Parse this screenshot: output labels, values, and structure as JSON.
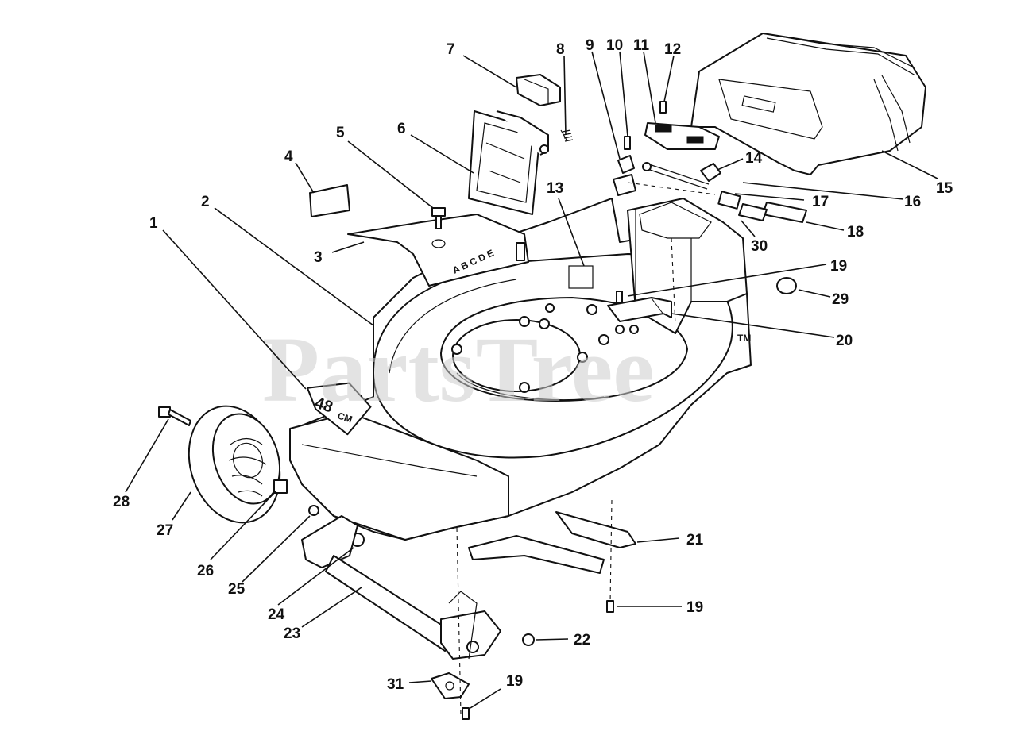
{
  "watermark": "PartsTree",
  "trademark": "TM",
  "deck_size_label": "48",
  "deck_size_unit": "CM",
  "height_letters": "A B C D E",
  "callouts": [
    "1",
    "2",
    "3",
    "4",
    "5",
    "6",
    "7",
    "8",
    "9",
    "10",
    "11",
    "12",
    "13",
    "14",
    "15",
    "16",
    "17",
    "18",
    "19",
    "20",
    "21",
    "22",
    "23",
    "24",
    "25",
    "26",
    "27",
    "28",
    "29",
    "30",
    "31"
  ],
  "callouts_extra": {
    "19b": "19",
    "19c": "19"
  }
}
